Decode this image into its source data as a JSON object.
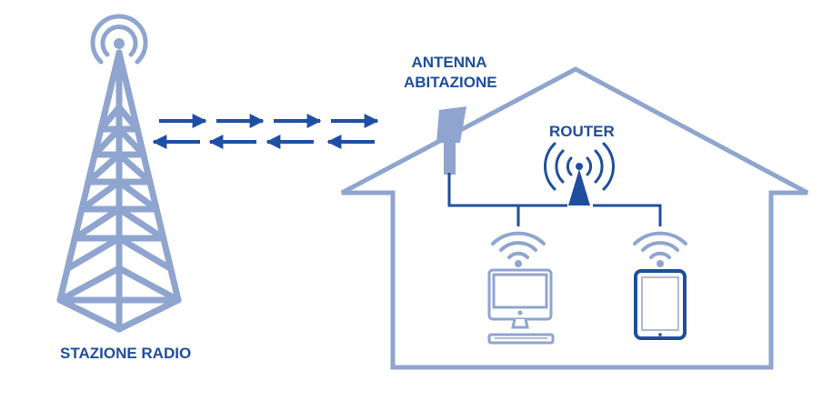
{
  "labels": {
    "station": "STAZIONE RADIO",
    "antenna_line1": "ANTENNA",
    "antenna_line2": "ABITAZIONE",
    "router": "ROUTER"
  },
  "colors": {
    "label_text": "#1f4e9c",
    "arrow": "#1e4fa5",
    "line_light": "#8fa5cf",
    "line_dark": "#1f4e9c",
    "device_fill": "#ffffff"
  },
  "icons": [
    "radio-tower-icon",
    "antenna-icon",
    "router-icon",
    "computer-icon",
    "tablet-icon",
    "wifi-icon",
    "house-icon"
  ]
}
